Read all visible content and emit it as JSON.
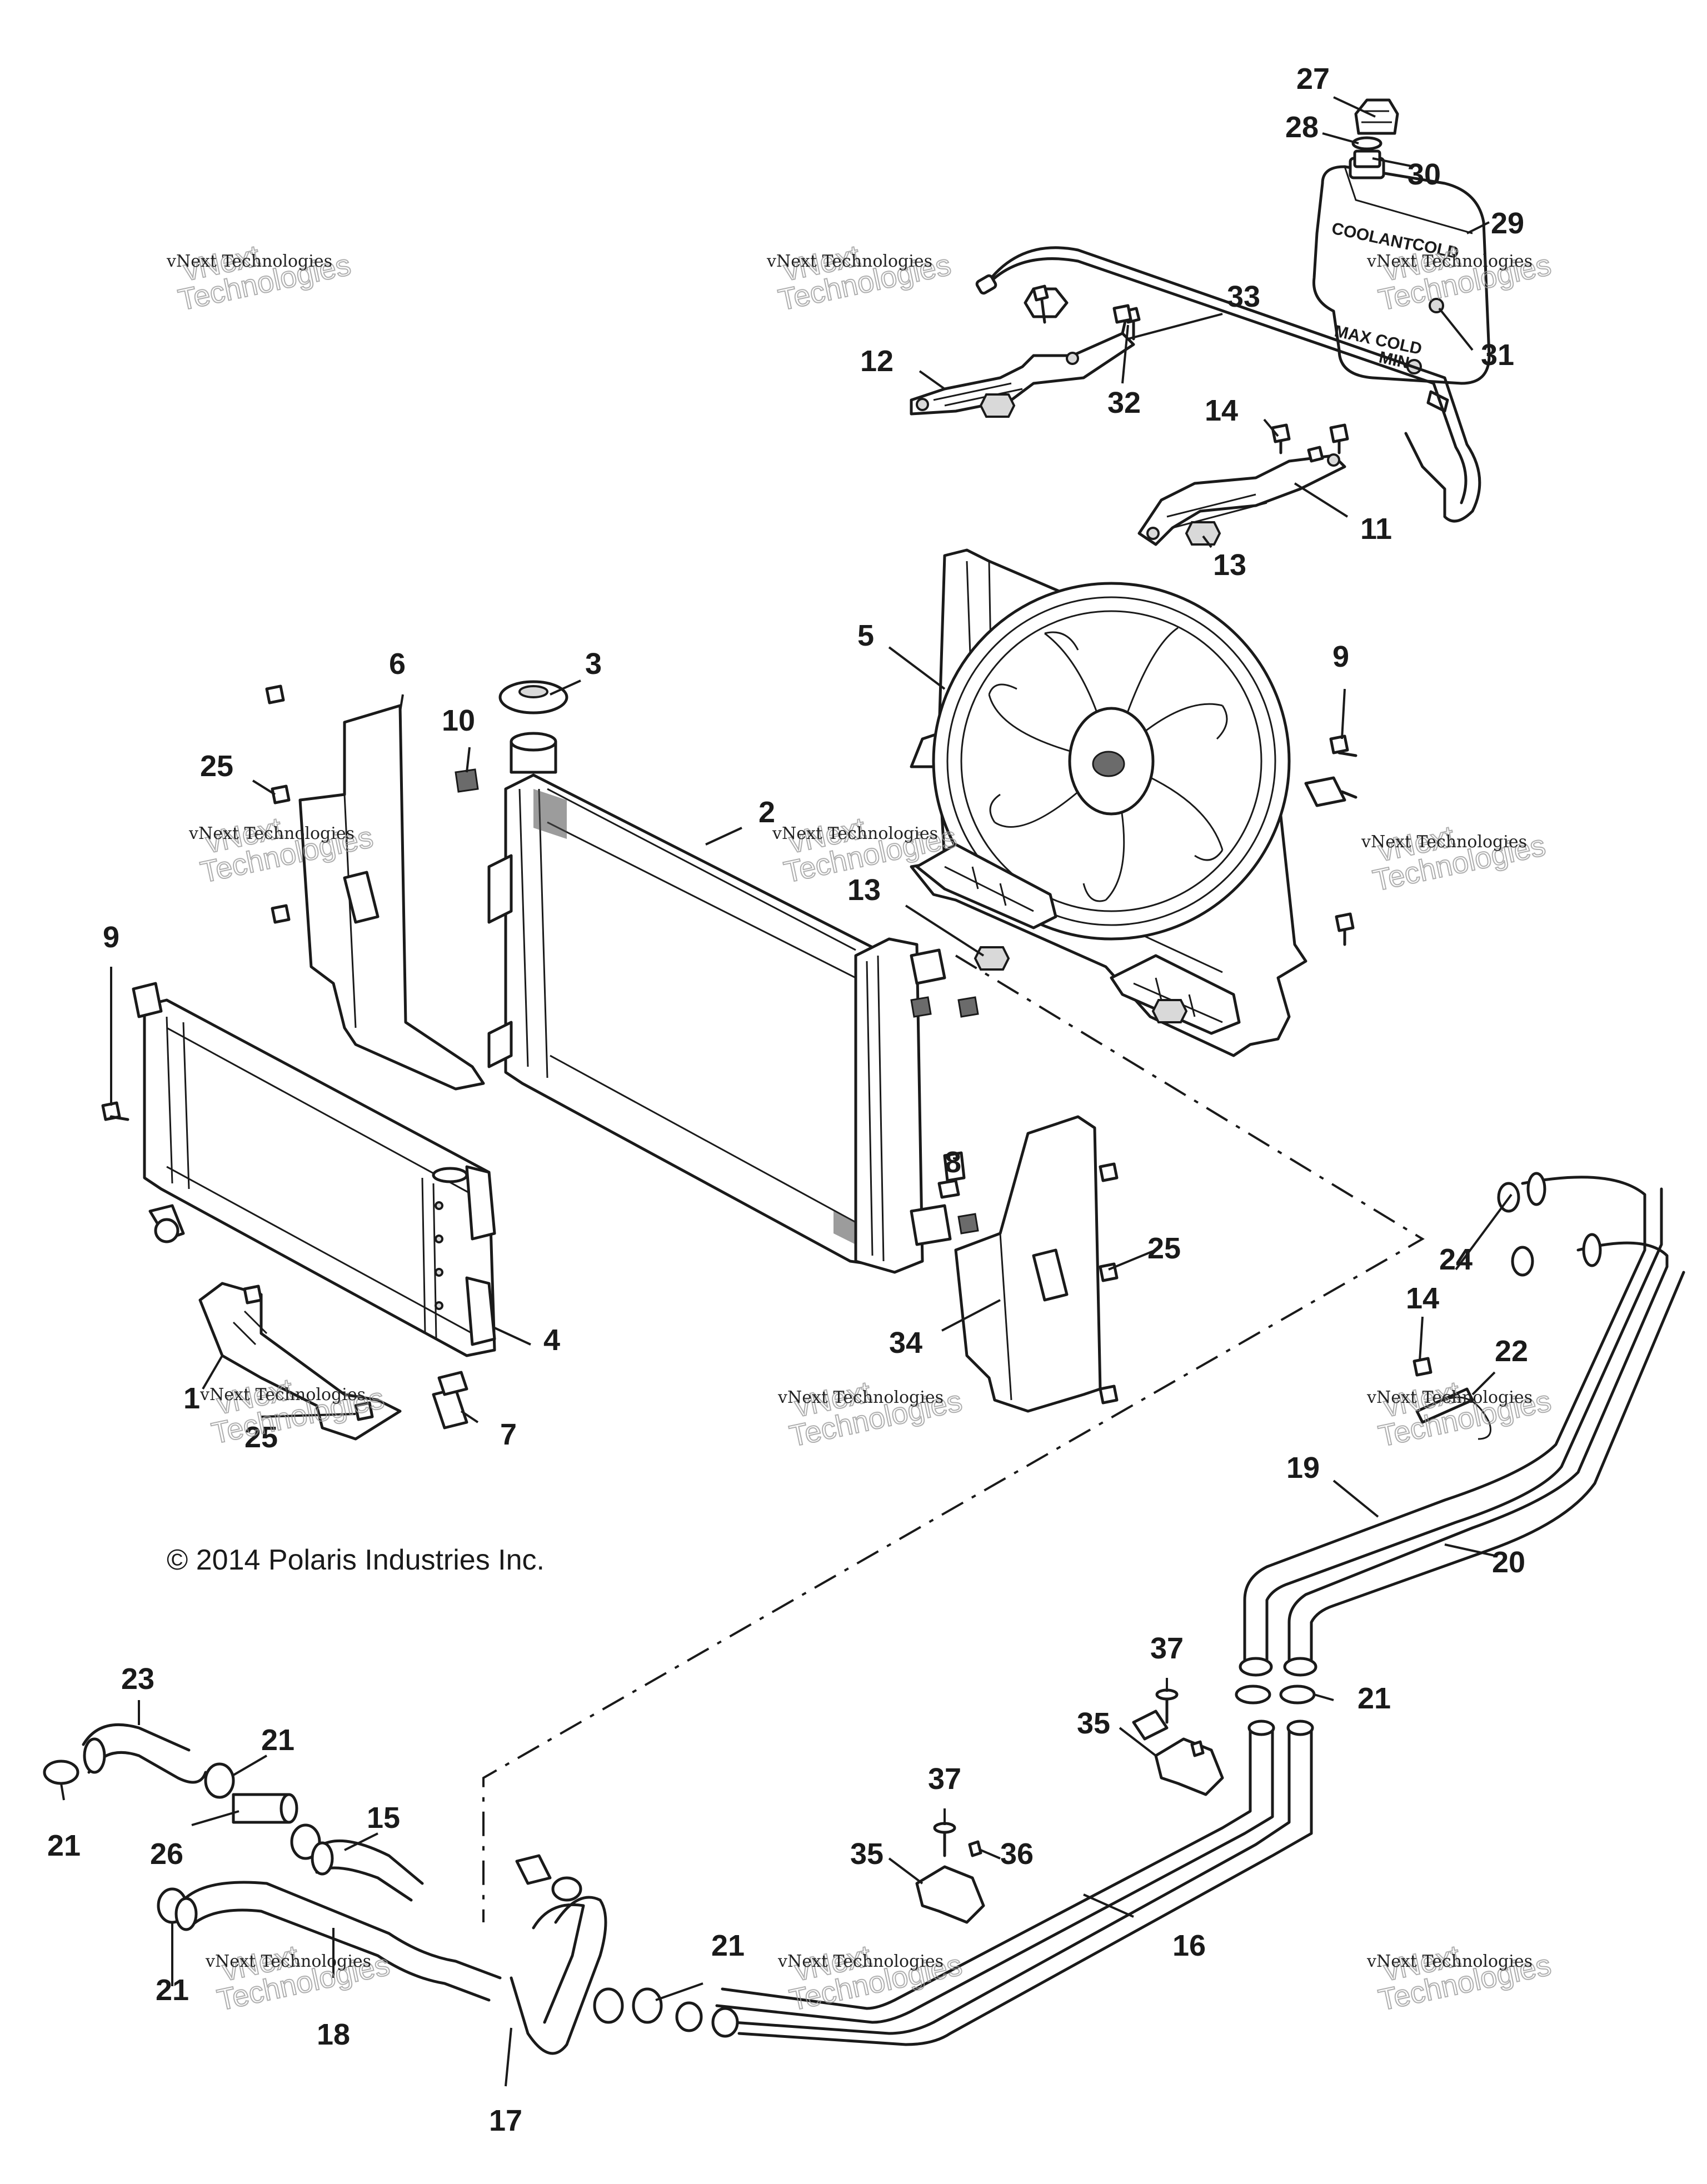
{
  "callouts": [
    "1",
    "2",
    "3",
    "4",
    "5",
    "6",
    "7",
    "8",
    "9",
    "10",
    "11",
    "12",
    "13",
    "14",
    "15",
    "16",
    "17",
    "18",
    "19",
    "20",
    "21",
    "22",
    "23",
    "24",
    "25",
    "26",
    "27",
    "28",
    "29",
    "30",
    "31",
    "32",
    "33",
    "34",
    "35",
    "36",
    "37"
  ],
  "copyright": "© 2014 Polaris Industries Inc.",
  "watermark": {
    "line1": "vNext Technologies",
    "line2a": "vNext",
    "line2b": "Technologies"
  },
  "tank_text": {
    "coolant": "COOLANT",
    "cold": "COLD",
    "max_cold": "MAX COLD",
    "min": "MIN"
  }
}
